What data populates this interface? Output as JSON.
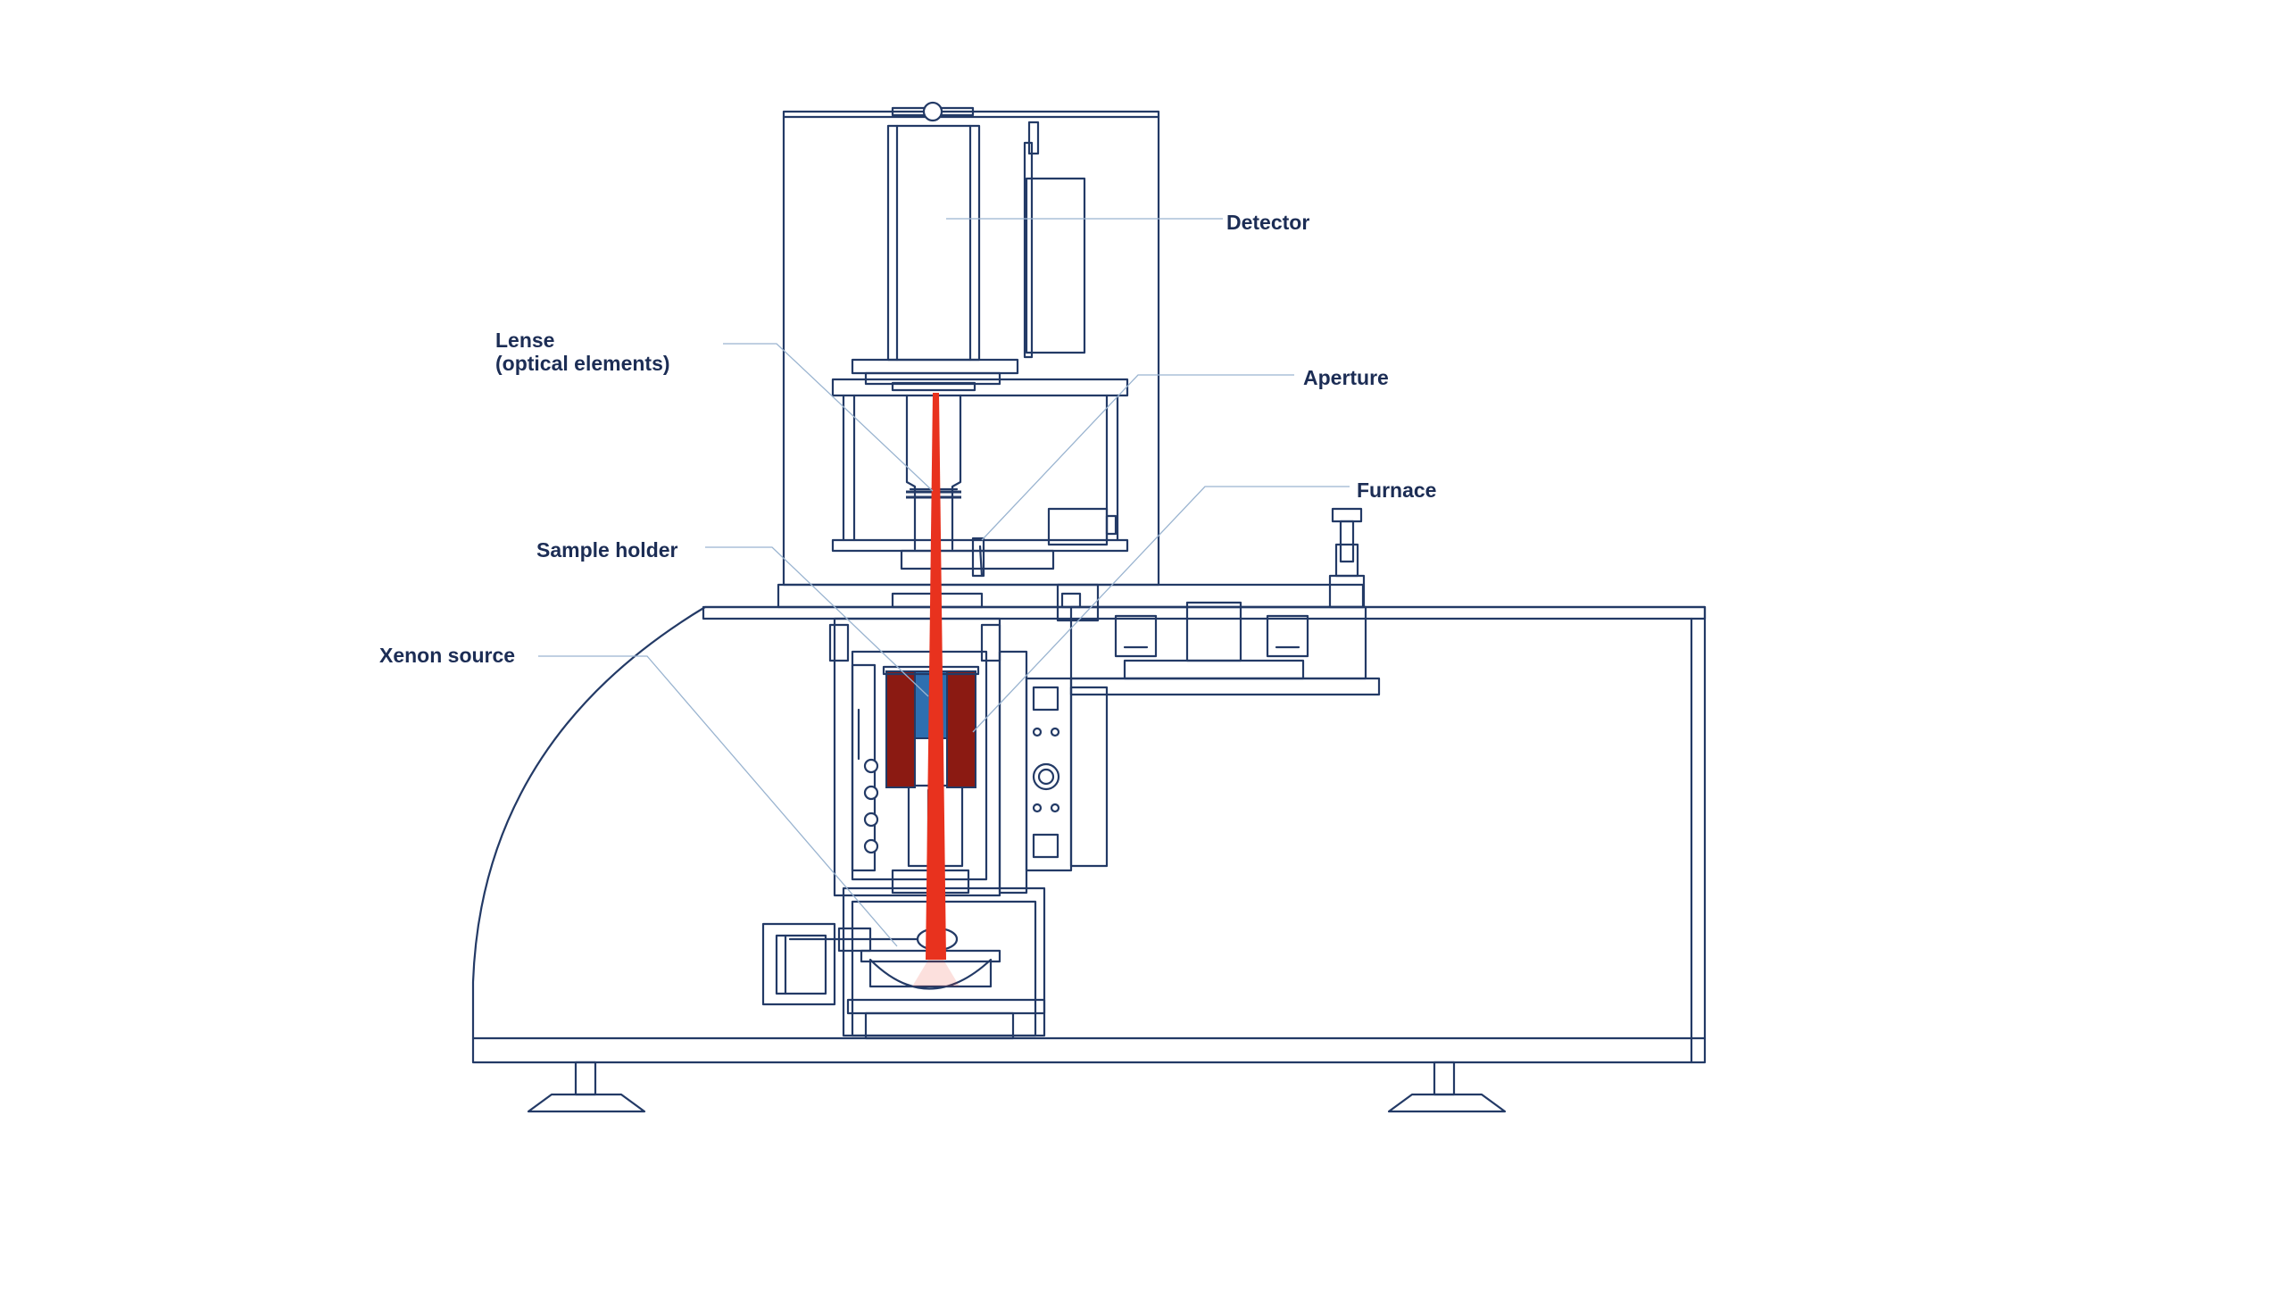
{
  "colors": {
    "outline": "#233a66",
    "label": "#1c2d55",
    "leader": "#9ab4d0",
    "beam": "#e8321e",
    "furnace": "#8b1a12",
    "sample": "#2e6fb0",
    "background": "#ffffff"
  },
  "labels": {
    "detector": "Detector",
    "lense_line1": "Lense",
    "lense_line2": "(optical elements)",
    "aperture": "Aperture",
    "furnace": "Furnace",
    "sample_holder": "Sample holder",
    "xenon_source": "Xenon source"
  }
}
